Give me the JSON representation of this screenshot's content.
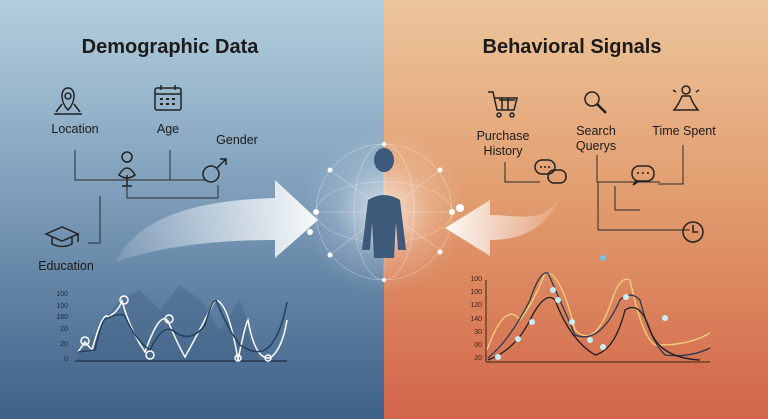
{
  "left_panel": {
    "title": "Demographic Data",
    "items": [
      {
        "label": "Location",
        "icon": "map-pin-icon"
      },
      {
        "label": "Age",
        "icon": "calendar-icon"
      },
      {
        "label": "Gender",
        "icon": "gender-icon"
      },
      {
        "label": "Education",
        "icon": "graduation-cap-icon"
      }
    ],
    "chart_ticks": [
      "100",
      "100",
      "160",
      "20",
      "20",
      "0"
    ]
  },
  "right_panel": {
    "title": "Behavioral Signals",
    "items": [
      {
        "label": "Purchase History",
        "icon": "shopping-cart-icon"
      },
      {
        "label": "Search Querys",
        "icon": "magnifier-icon"
      },
      {
        "label": "Time Spent",
        "icon": "meditation-person-icon"
      }
    ],
    "chart_ticks": [
      "100",
      "100",
      "120",
      "140",
      "30",
      "00",
      "20"
    ]
  },
  "colors": {
    "left_bg": "#7f9fbb",
    "right_bg": "#e19a6c",
    "center": "#3d5a7a"
  }
}
